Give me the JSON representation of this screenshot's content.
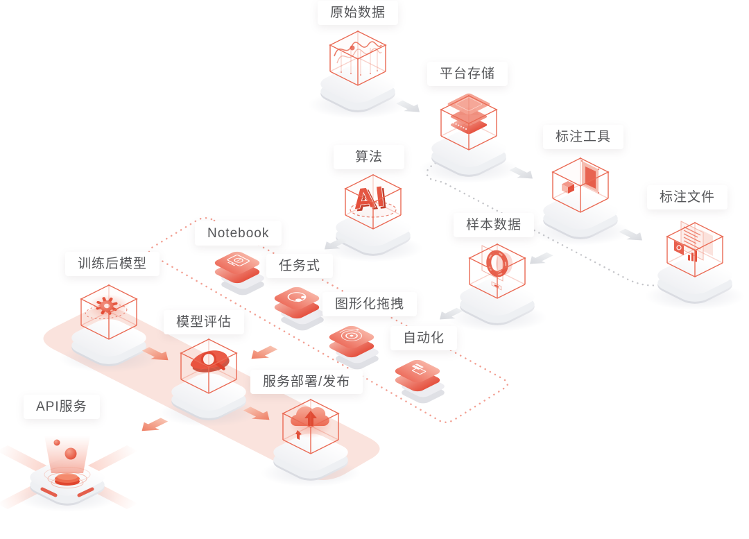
{
  "diagram": {
    "title": "AI platform data-to-service pipeline",
    "nodes": [
      {
        "id": "raw-data",
        "label": "原始数据",
        "kind": "cube-station"
      },
      {
        "id": "platform-storage",
        "label": "平台存储",
        "kind": "cube-station"
      },
      {
        "id": "annotation-tool",
        "label": "标注工具",
        "kind": "cube-station"
      },
      {
        "id": "annotation-file",
        "label": "标注文件",
        "kind": "cube-station"
      },
      {
        "id": "algorithm",
        "label": "算法",
        "kind": "cube-station",
        "icon_text": "AI"
      },
      {
        "id": "sample-data",
        "label": "样本数据",
        "kind": "cube-station"
      },
      {
        "id": "notebook",
        "label": "Notebook",
        "kind": "red-tile"
      },
      {
        "id": "trained-model",
        "label": "训练后模型",
        "kind": "cube-station"
      },
      {
        "id": "task-mode",
        "label": "任务式",
        "kind": "red-tile"
      },
      {
        "id": "graphical-drag",
        "label": "图形化拖拽",
        "kind": "red-tile"
      },
      {
        "id": "model-evaluation",
        "label": "模型评估",
        "kind": "cube-station"
      },
      {
        "id": "automation",
        "label": "自动化",
        "kind": "red-tile"
      },
      {
        "id": "service-deploy",
        "label": "服务部署/发布",
        "kind": "cube-station"
      },
      {
        "id": "api-service",
        "label": "API服务",
        "kind": "platform-beacon"
      }
    ],
    "colors": {
      "accent_red": "#e4503c",
      "wireframe": "#ea6a54",
      "tile_salmon": "#ee7261",
      "label_text": "#555659",
      "dotted_gray": "#c4c5c9",
      "dotted_red": "#f19a8c",
      "pink_band": "#f9dbd3",
      "gray_arrow": "#dfe1e5",
      "pink_arrow": "#f2a08f"
    }
  }
}
